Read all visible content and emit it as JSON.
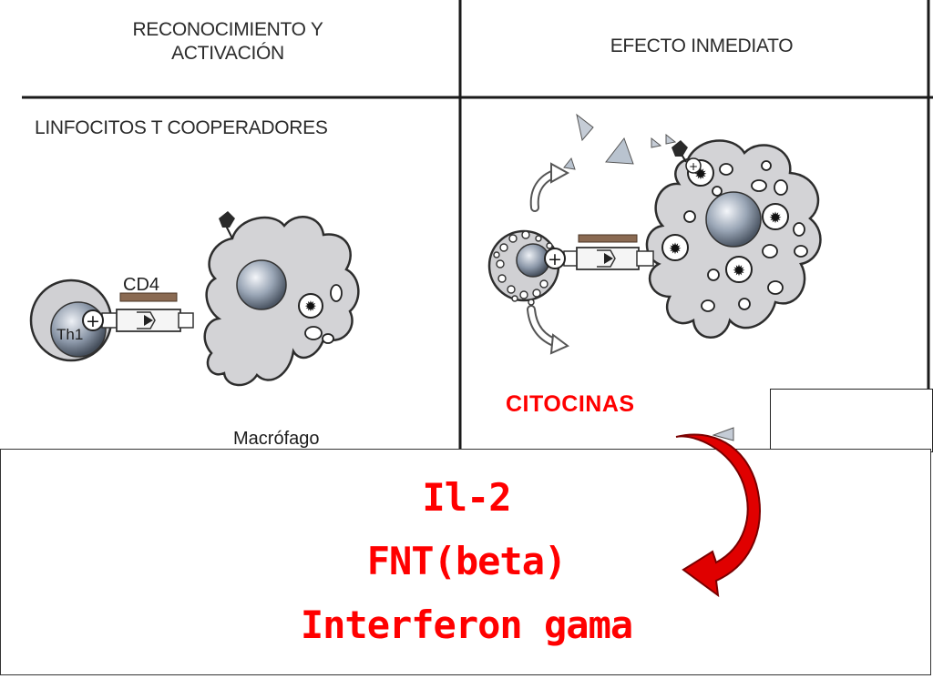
{
  "table": {
    "col1_header": "RECONOCIMIENTO Y\nACTIVACIÓN",
    "col2_header": "EFECTO INMEDIATO",
    "row_label": "LINFOCITOS T COOPERADORES"
  },
  "left_diagram": {
    "cd4_label": "CD4",
    "th1_label": "Th1",
    "plus_sign": "+",
    "macrophage_label": "Macrófago"
  },
  "right_diagram": {
    "plus_sign": "+",
    "cytokines_label": "CITOCINAS"
  },
  "cytokine_list": {
    "items": [
      "Il-2",
      "FNT(beta)",
      "Interferon gama"
    ]
  },
  "colors": {
    "red": "#ff0000",
    "arrow_red": "#e00000",
    "cell_gray": "#cfcfd2",
    "receptor_brown": "#8a6a52"
  }
}
